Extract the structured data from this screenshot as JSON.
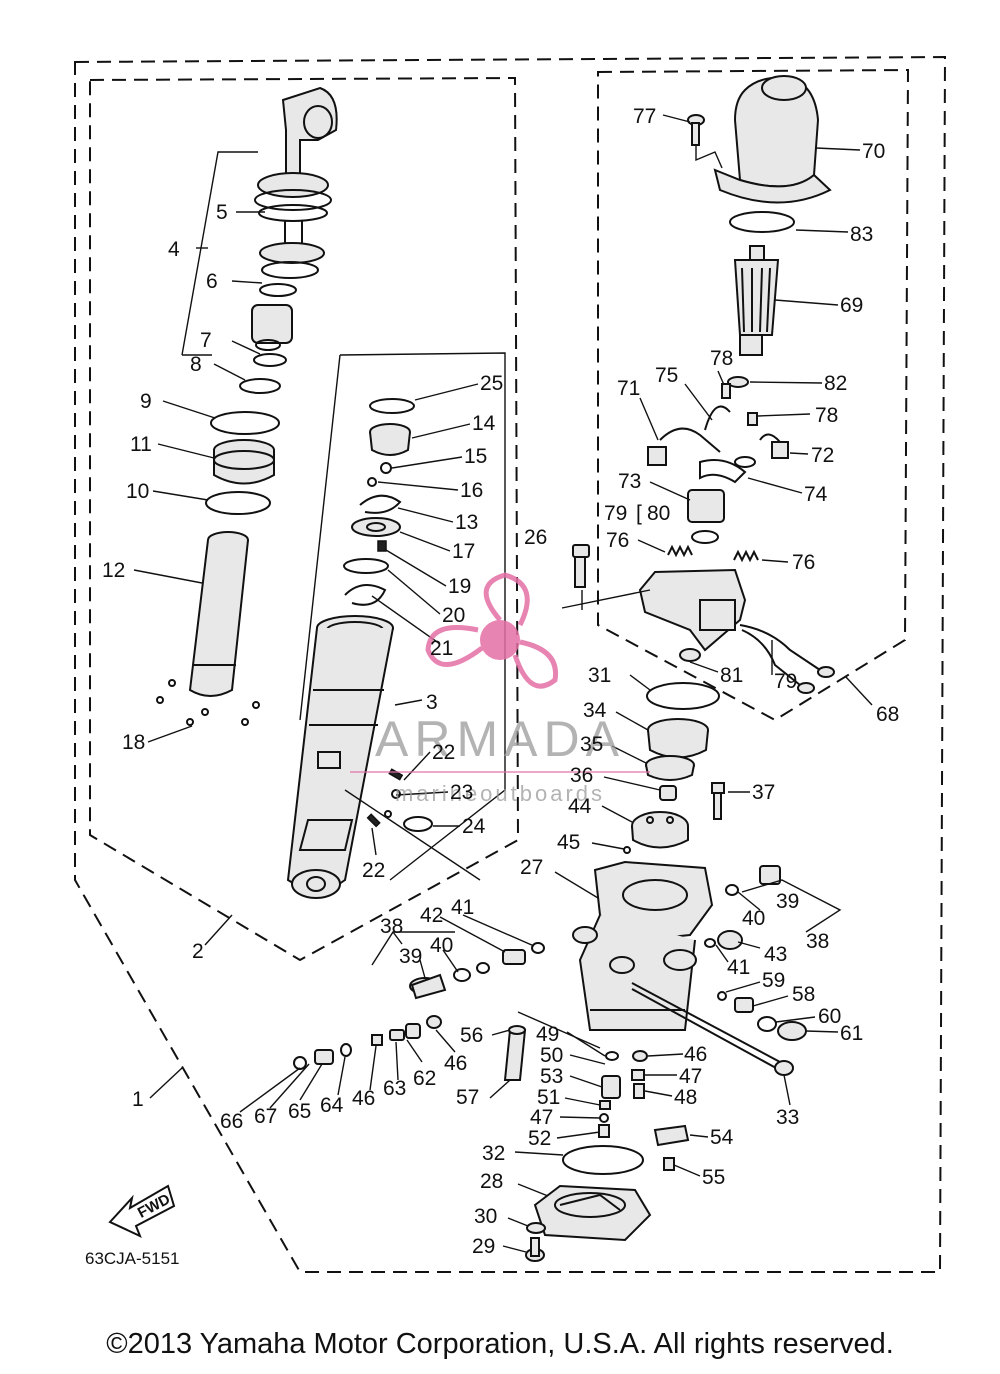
{
  "diagram_code": "63CJA-5151",
  "fwd_label": "FWD",
  "copyright": "©2013 Yamaha Motor Corporation, U.S.A. All rights reserved.",
  "watermark": {
    "title": "ARMADA",
    "subtitle": "marineoutboards",
    "logo_color": "#e36fa5"
  },
  "labels": {
    "l1": "1",
    "l2": "2",
    "l3": "3",
    "l4": "4",
    "l5": "5",
    "l6": "6",
    "l7": "7",
    "l8": "8",
    "l9": "9",
    "l10": "10",
    "l11": "11",
    "l12": "12",
    "l13": "13",
    "l14": "14",
    "l15": "15",
    "l16": "16",
    "l17": "17",
    "l18": "18",
    "l19": "19",
    "l20": "20",
    "l21": "21",
    "l22a": "22",
    "l22b": "22",
    "l23": "23",
    "l24": "24",
    "l25": "25",
    "l26": "26",
    "l27": "27",
    "l28": "28",
    "l29": "29",
    "l30": "30",
    "l31": "31",
    "l32": "32",
    "l33": "33",
    "l34": "34",
    "l35": "35",
    "l36": "36",
    "l37": "37",
    "l38a": "38",
    "l38b": "38",
    "l39a": "39",
    "l39b": "39",
    "l40a": "40",
    "l40b": "40",
    "l41a": "41",
    "l41b": "41",
    "l42": "42",
    "l43": "43",
    "l44": "44",
    "l45": "45",
    "l46a": "46",
    "l46b": "46",
    "l46c": "46",
    "l47a": "47",
    "l47b": "47",
    "l48": "48",
    "l49": "49",
    "l50": "50",
    "l51": "51",
    "l52": "52",
    "l53": "53",
    "l54": "54",
    "l55": "55",
    "l56": "56",
    "l57": "57",
    "l58": "58",
    "l59": "59",
    "l60": "60",
    "l61": "61",
    "l62": "62",
    "l63": "63",
    "l64": "64",
    "l65": "65",
    "l66": "66",
    "l67": "67",
    "l68": "68",
    "l69": "69",
    "l70": "70",
    "l71": "71",
    "l72": "72",
    "l73": "73",
    "l74": "74",
    "l75": "75",
    "l76a": "76",
    "l76b": "76",
    "l77": "77",
    "l78a": "78",
    "l78b": "78",
    "l79a": "79",
    "l79b": "79",
    "l80": "80",
    "l81": "81",
    "l82": "82",
    "l83": "83"
  }
}
